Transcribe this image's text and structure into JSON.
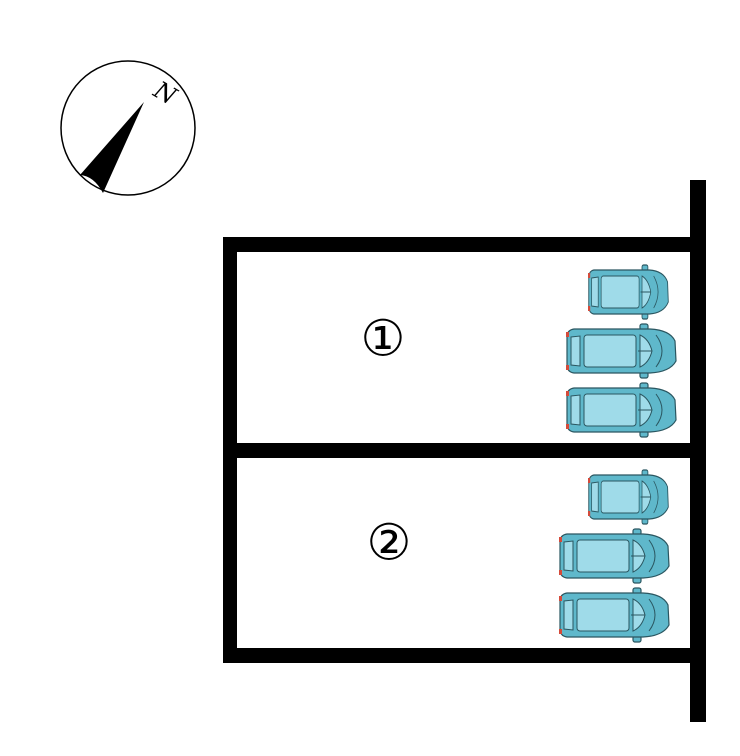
{
  "compass": {
    "label": "N",
    "icon": "north-arrow-icon"
  },
  "lots": [
    {
      "label": "①",
      "car_count": 3
    },
    {
      "label": "②",
      "car_count": 3
    }
  ],
  "colors": {
    "car_body": "#5fb8cb",
    "car_window": "#9fdbe9",
    "car_outline": "#2a5660",
    "brake_light": "#d44a3a",
    "wall": "#000000",
    "background": "#ffffff"
  }
}
